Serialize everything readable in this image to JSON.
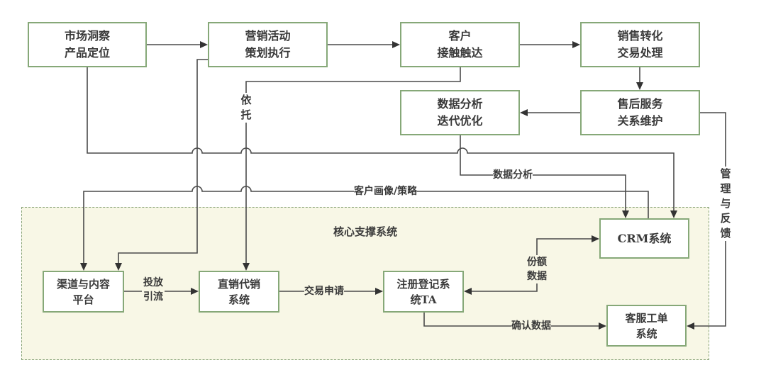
{
  "diagram": {
    "colors": {
      "box_border": "#86a878",
      "container_fill": "#f8f7e6",
      "container_border": "#8aa57a",
      "line": "#4a4a4a",
      "text": "#3a3a3a"
    },
    "top_flow": [
      {
        "id": "market",
        "line1": "市场洞察",
        "line2": "产品定位"
      },
      {
        "id": "campaign",
        "line1": "营销活动",
        "line2": "策划执行"
      },
      {
        "id": "reach",
        "line1": "客户",
        "line2": "接触触达"
      },
      {
        "id": "sales",
        "line1": "销售转化",
        "line2": "交易处理"
      },
      {
        "id": "analysis",
        "line1": "数据分析",
        "line2": "迭代优化"
      },
      {
        "id": "aftersales",
        "line1": "售后服务",
        "line2": "关系维护"
      }
    ],
    "core_system": {
      "title": "核心支撑系统",
      "nodes": [
        {
          "id": "crm",
          "line1": "CRM系统",
          "line2": ""
        },
        {
          "id": "channel",
          "line1": "渠道与内容",
          "line2": "平台"
        },
        {
          "id": "direct",
          "line1": "直销代销",
          "line2": "系统"
        },
        {
          "id": "ta",
          "line1": "注册登记系",
          "line2": "统TA"
        },
        {
          "id": "service",
          "line1": "客服工单",
          "line2": "系统"
        }
      ]
    },
    "edge_labels": {
      "rely": "依托",
      "data_analysis": "数据分析",
      "portrait": "客户画像/策略",
      "manage_feedback": "管理与反馈",
      "traffic_1": "投放",
      "traffic_2": "引流",
      "trade_request": "交易申请",
      "share_1": "份额",
      "share_2": "数据",
      "confirm": "确认数据"
    }
  }
}
